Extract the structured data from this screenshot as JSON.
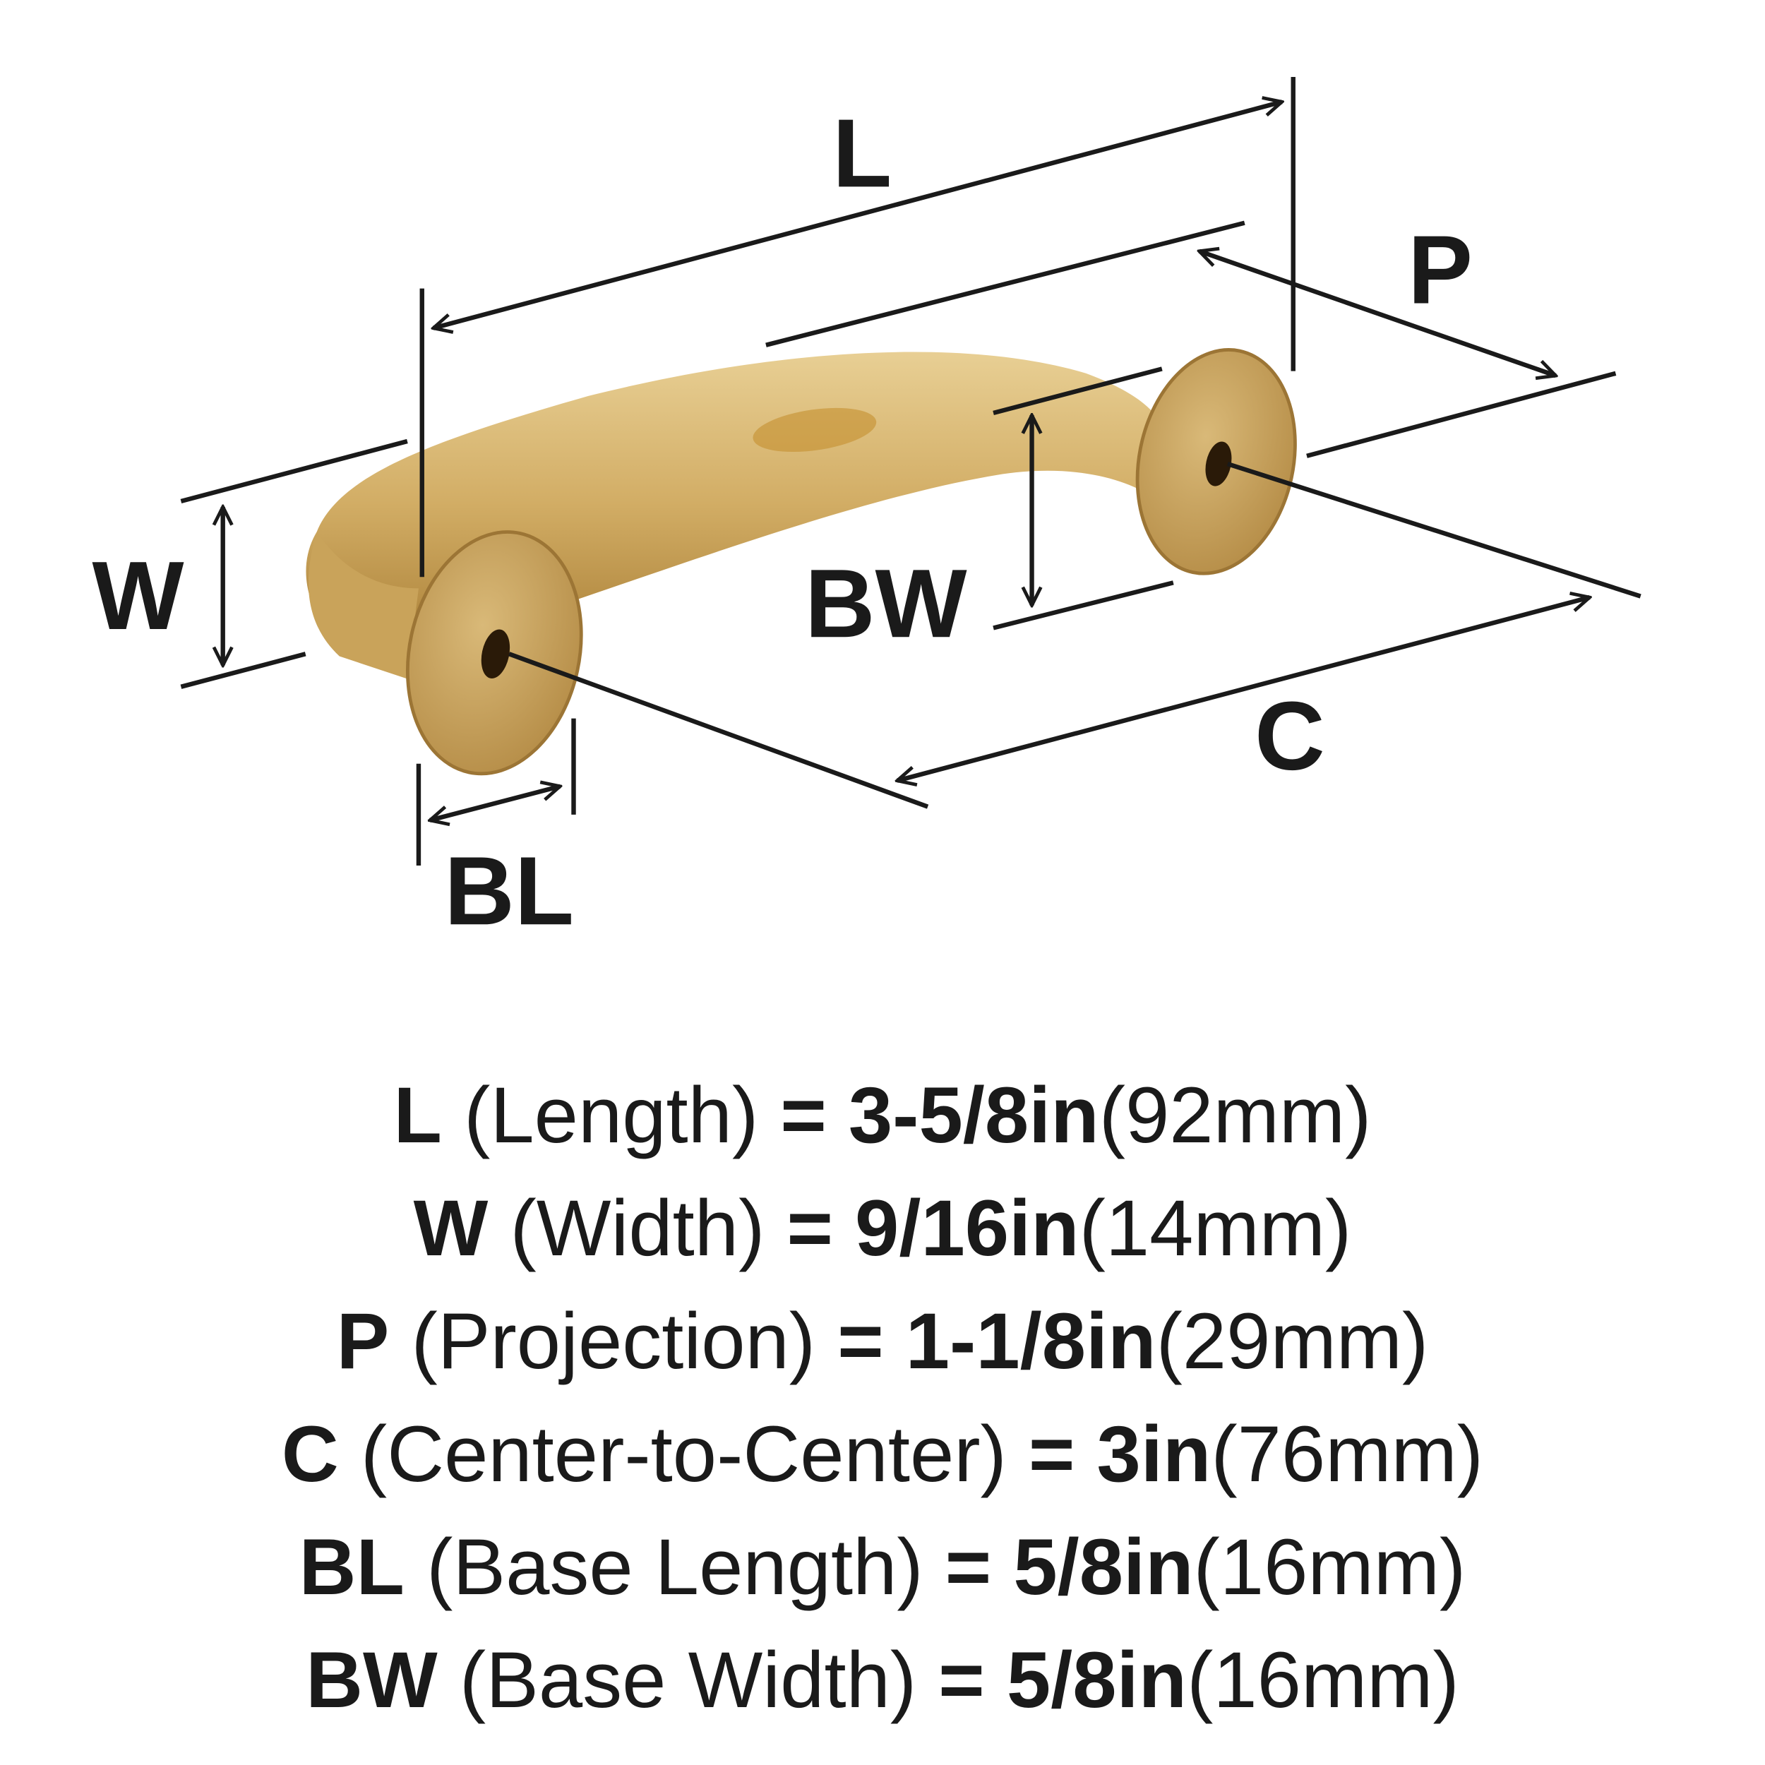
{
  "labels": {
    "L": "L",
    "P": "P",
    "W": "W",
    "BW": "BW",
    "C": "C",
    "BL": "BL"
  },
  "colors": {
    "gold": "#c9a35a",
    "gold_light": "#e6c98a",
    "gold_dark": "#8f6a2a",
    "line": "#1a1a1a"
  },
  "specs": [
    {
      "key": "L",
      "name": "(Length)",
      "eq": "=",
      "imperial": "3-5/8in",
      "metric": "(92mm)"
    },
    {
      "key": "W",
      "name": "(Width)",
      "eq": "=",
      "imperial": "9/16in",
      "metric": "(14mm)"
    },
    {
      "key": "P",
      "name": "(Projection)",
      "eq": "=",
      "imperial": "1-1/8in",
      "metric": "(29mm)"
    },
    {
      "key": "C",
      "name": "(Center-to-Center)",
      "eq": "=",
      "imperial": "3in",
      "metric": "(76mm)"
    },
    {
      "key": "BL",
      "name": "(Base Length)",
      "eq": "=",
      "imperial": "5/8in",
      "metric": "(16mm)"
    },
    {
      "key": "BW",
      "name": "(Base Width)",
      "eq": "=",
      "imperial": "5/8in",
      "metric": "(16mm)"
    }
  ]
}
